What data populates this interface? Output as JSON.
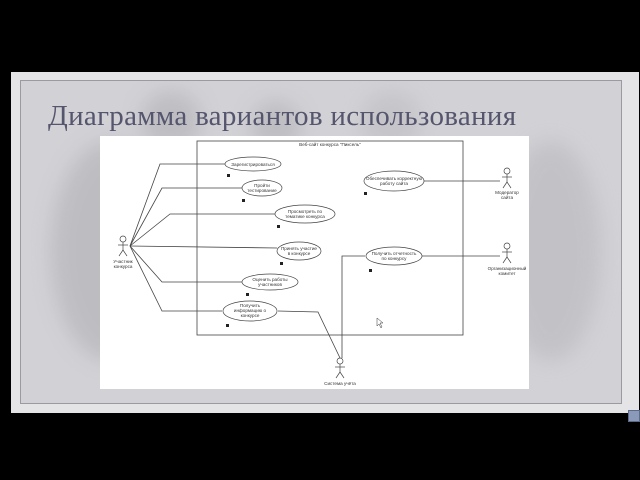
{
  "slide": {
    "title": "Диаграмма вариантов использования"
  },
  "diagram": {
    "system_boundary": "Веб-сайт конкурса \"Пиксель\"",
    "actors": [
      {
        "id": "participant",
        "label_lines": [
          "Участник",
          "конкурса"
        ]
      },
      {
        "id": "moderator",
        "label_lines": [
          "Модератор",
          "сайта"
        ]
      },
      {
        "id": "committee",
        "label_lines": [
          "Организационный",
          "комитет"
        ]
      },
      {
        "id": "accounting",
        "label_lines": [
          "Система учёта"
        ]
      }
    ],
    "use_cases": [
      {
        "id": "register",
        "label_lines": [
          "Зарегистрироваться"
        ]
      },
      {
        "id": "test",
        "label_lines": [
          "Пройти",
          "тестирование"
        ]
      },
      {
        "id": "view_topics",
        "label_lines": [
          "Просмотреть по",
          "тематике конкурса"
        ]
      },
      {
        "id": "participate",
        "label_lines": [
          "Принять участие",
          "в конкурсе"
        ]
      },
      {
        "id": "rate",
        "label_lines": [
          "Оценить работы",
          "участников"
        ]
      },
      {
        "id": "info",
        "label_lines": [
          "Получить",
          "информацию о",
          "конкурсе"
        ]
      },
      {
        "id": "maintain",
        "label_lines": [
          "Обеспечивать корректную",
          "работу сайта"
        ]
      },
      {
        "id": "report",
        "label_lines": [
          "Получить отчетность",
          "по конкурсу"
        ]
      }
    ]
  },
  "colors": {
    "title": "#55556e",
    "slide_bg": "#d2d2d6",
    "line": "#444444"
  }
}
